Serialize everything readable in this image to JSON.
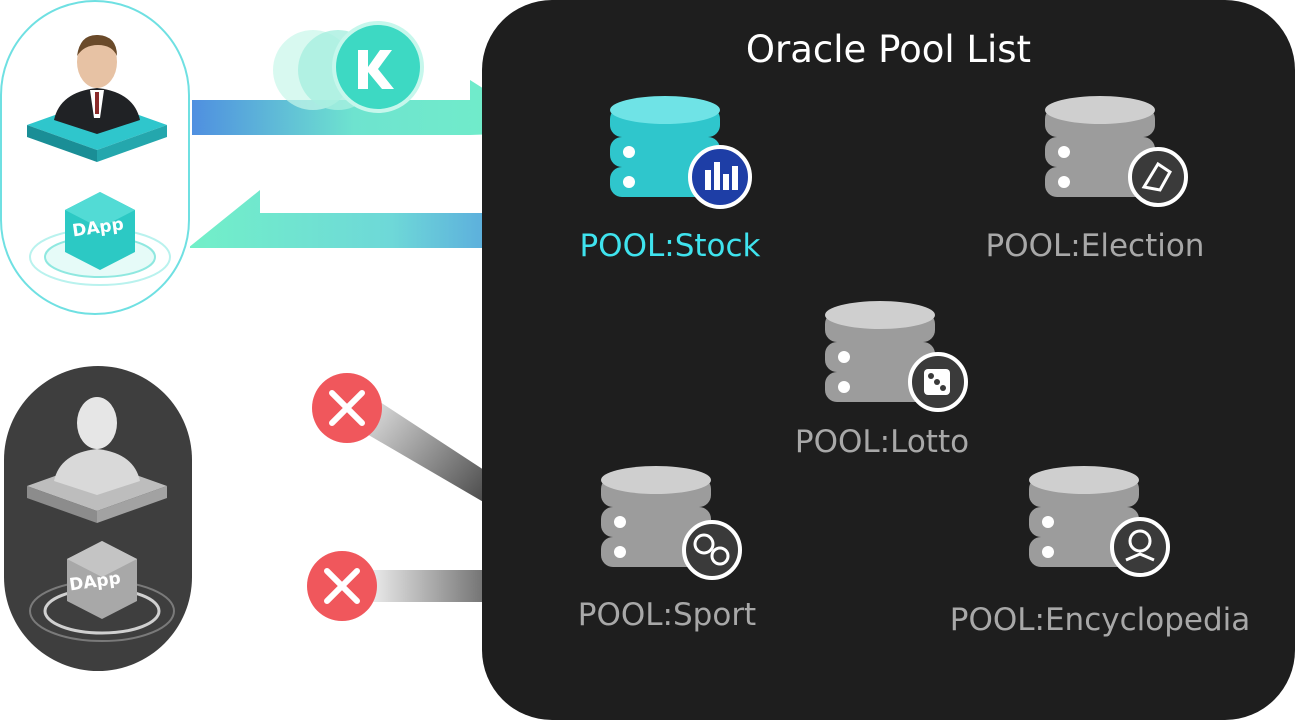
{
  "panel": {
    "title": "Oracle Pool List"
  },
  "pools": [
    {
      "id": "stock",
      "label": "POOL:Stock",
      "active": true,
      "badge_icon": "stock-chart-icon"
    },
    {
      "id": "election",
      "label": "POOL:Election",
      "active": false,
      "badge_icon": "vote-hand-icon"
    },
    {
      "id": "lotto",
      "label": "POOL:Lotto",
      "active": false,
      "badge_icon": "dice-icon"
    },
    {
      "id": "sport",
      "label": "POOL:Sport",
      "active": false,
      "badge_icon": "sports-balls-icon"
    },
    {
      "id": "encyclopedia",
      "label": "POOL:Encyclopedia",
      "active": false,
      "badge_icon": "globe-book-icon"
    }
  ],
  "dapp_active": {
    "label": "DApp"
  },
  "dapp_inactive": {
    "label": "DApp"
  },
  "colors": {
    "active": "#3fe3ee",
    "inactive": "#a8a8a8",
    "panel": "#1e1e1e",
    "reject": "#f0575c",
    "arrow_green": "#72f0c8",
    "arrow_blue": "#4f8fe0"
  }
}
